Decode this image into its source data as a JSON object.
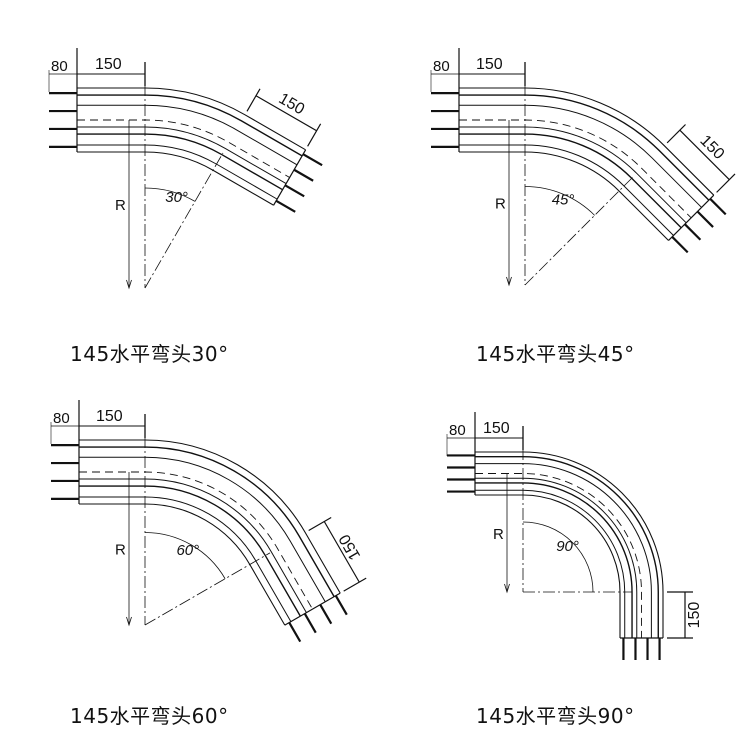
{
  "panels": [
    {
      "caption": "145水平弯头30°",
      "angle": 30,
      "angle_label": "30°",
      "dim_short": "80",
      "dim_straight": "150",
      "dim_end": "150",
      "radius_label": "R"
    },
    {
      "caption": "145水平弯头45°",
      "angle": 45,
      "angle_label": "45°",
      "dim_short": "80",
      "dim_straight": "150",
      "dim_end": "150",
      "radius_label": "R"
    },
    {
      "caption": "145水平弯头60°",
      "angle": 60,
      "angle_label": "60°",
      "dim_short": "80",
      "dim_straight": "150",
      "dim_end": "150",
      "radius_label": "R"
    },
    {
      "caption": "145水平弯头90°",
      "angle": 90,
      "angle_label": "90°",
      "dim_short": "80",
      "dim_straight": "150",
      "dim_end": "150",
      "radius_label": "R"
    }
  ],
  "colors": {
    "line": "#111111",
    "background": "#ffffff"
  }
}
